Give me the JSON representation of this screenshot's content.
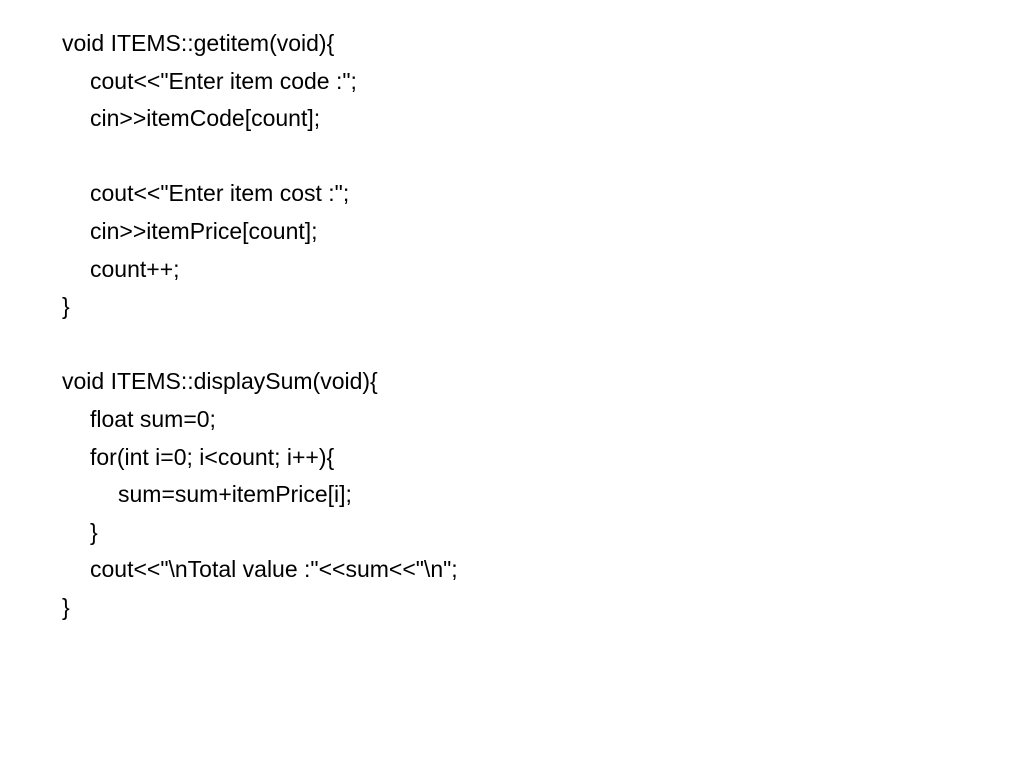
{
  "code_lines": [
    "void ITEMS::getitem(void){",
    "cout<<\"Enter item code :\";",
    "cin>>itemCode[count];",
    "",
    "cout<<\"Enter item cost :\";",
    "cin>>itemPrice[count];",
    "count++;",
    "}",
    "",
    "void ITEMS::displaySum(void){",
    "float sum=0;",
    "for(int i=0; i<count; i++){",
    "sum=sum+itemPrice[i];",
    "}",
    "cout<<\"\\nTotal value :\"<<sum<<\"\\n\";",
    "}"
  ]
}
